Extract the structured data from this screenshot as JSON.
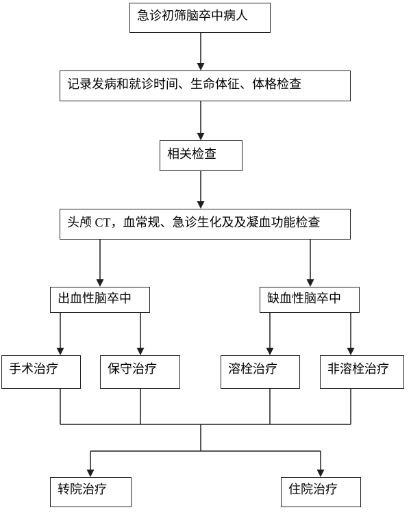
{
  "diagram": {
    "background": "#ffffff",
    "line_color": "#1f1f1f",
    "text_color": "#000000",
    "nodes": {
      "start": {
        "label": "急诊初筛脑卒中病人"
      },
      "record": {
        "label": "记录发病和就诊时间、生命体征、体格检查"
      },
      "related_exam": {
        "label": "相关检查"
      },
      "ct_labs": {
        "label": "头颅 CT，血常规、急诊生化及及凝血功能检查"
      },
      "hemorrhagic": {
        "label": "出血性脑卒中"
      },
      "ischemic": {
        "label": "缺血性脑卒中"
      },
      "surgery": {
        "label": "手术治疗"
      },
      "conservative": {
        "label": "保守治疗"
      },
      "thrombolysis": {
        "label": "溶栓治疗"
      },
      "non_thrombolysis": {
        "label": "非溶栓治疗"
      },
      "transfer": {
        "label": "转院治疗"
      },
      "hospitalize": {
        "label": "住院治疗"
      }
    },
    "flow": [
      {
        "from": "start",
        "to": "record"
      },
      {
        "from": "record",
        "to": "related_exam"
      },
      {
        "from": "related_exam",
        "to": "ct_labs"
      },
      {
        "from": "ct_labs",
        "to": "hemorrhagic"
      },
      {
        "from": "ct_labs",
        "to": "ischemic"
      },
      {
        "from": "hemorrhagic",
        "to": "surgery"
      },
      {
        "from": "hemorrhagic",
        "to": "conservative"
      },
      {
        "from": "ischemic",
        "to": "thrombolysis"
      },
      {
        "from": "ischemic",
        "to": "non_thrombolysis"
      },
      {
        "from": "surgery",
        "to": "transfer"
      },
      {
        "from": "surgery",
        "to": "hospitalize"
      },
      {
        "from": "conservative",
        "to": "transfer"
      },
      {
        "from": "conservative",
        "to": "hospitalize"
      },
      {
        "from": "thrombolysis",
        "to": "transfer"
      },
      {
        "from": "thrombolysis",
        "to": "hospitalize"
      },
      {
        "from": "non_thrombolysis",
        "to": "transfer"
      },
      {
        "from": "non_thrombolysis",
        "to": "hospitalize"
      }
    ]
  }
}
